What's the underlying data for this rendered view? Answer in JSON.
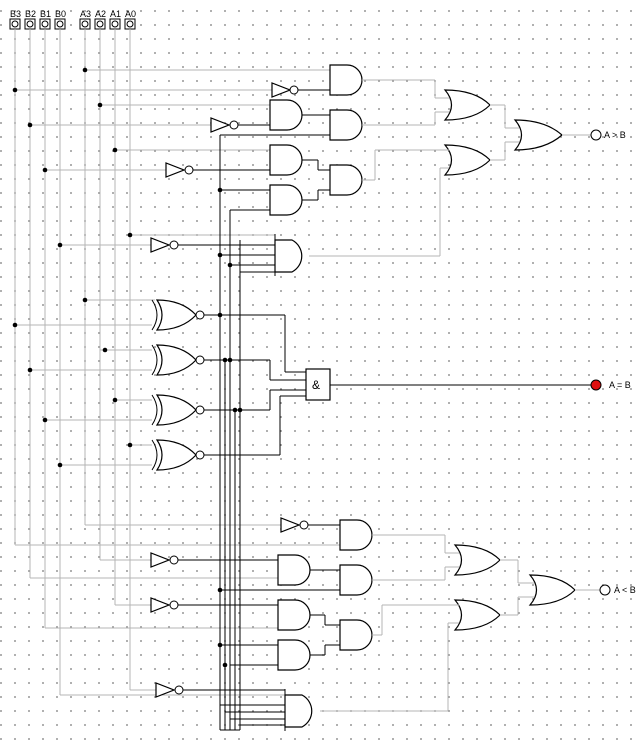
{
  "inputs": [
    {
      "label": "B3"
    },
    {
      "label": "B2"
    },
    {
      "label": "B1"
    },
    {
      "label": "B0"
    },
    {
      "label": "A3"
    },
    {
      "label": "A2"
    },
    {
      "label": "A1"
    },
    {
      "label": "A0"
    }
  ],
  "outputs": {
    "gt": {
      "label": "A > B",
      "state": "off"
    },
    "eq": {
      "label": "A = B",
      "state": "on"
    },
    "lt": {
      "label": "A < B",
      "state": "off"
    }
  },
  "and_box": {
    "symbol": "&"
  },
  "colors": {
    "wire": "#000000",
    "inactive_wire": "#b4b4b4",
    "led_on": "#e01010",
    "grid": "#9a9a9a"
  }
}
